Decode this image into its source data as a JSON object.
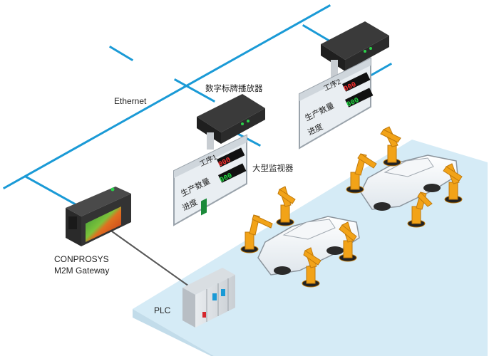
{
  "labels": {
    "network": "Ethernet",
    "signage_player": "数字标牌播放器",
    "big_monitor": "大型监视器",
    "gateway_line1": "CONPROSYS",
    "gateway_line2": "M2M Gateway",
    "plc": "PLC"
  },
  "monitors": [
    {
      "process": "工序1",
      "row1": "生产数量",
      "row2": "进度",
      "value_red": "000",
      "value_green": "000"
    },
    {
      "process": "工序2",
      "row1": "生产数量",
      "row2": "进度",
      "value_red": "000",
      "value_green": "000"
    }
  ],
  "colors": {
    "network_line": "#1a9ad6",
    "led_red": "#ff3030",
    "led_green": "#22dd44",
    "robot": "#f2a318",
    "floor": "#d5ebf6"
  }
}
